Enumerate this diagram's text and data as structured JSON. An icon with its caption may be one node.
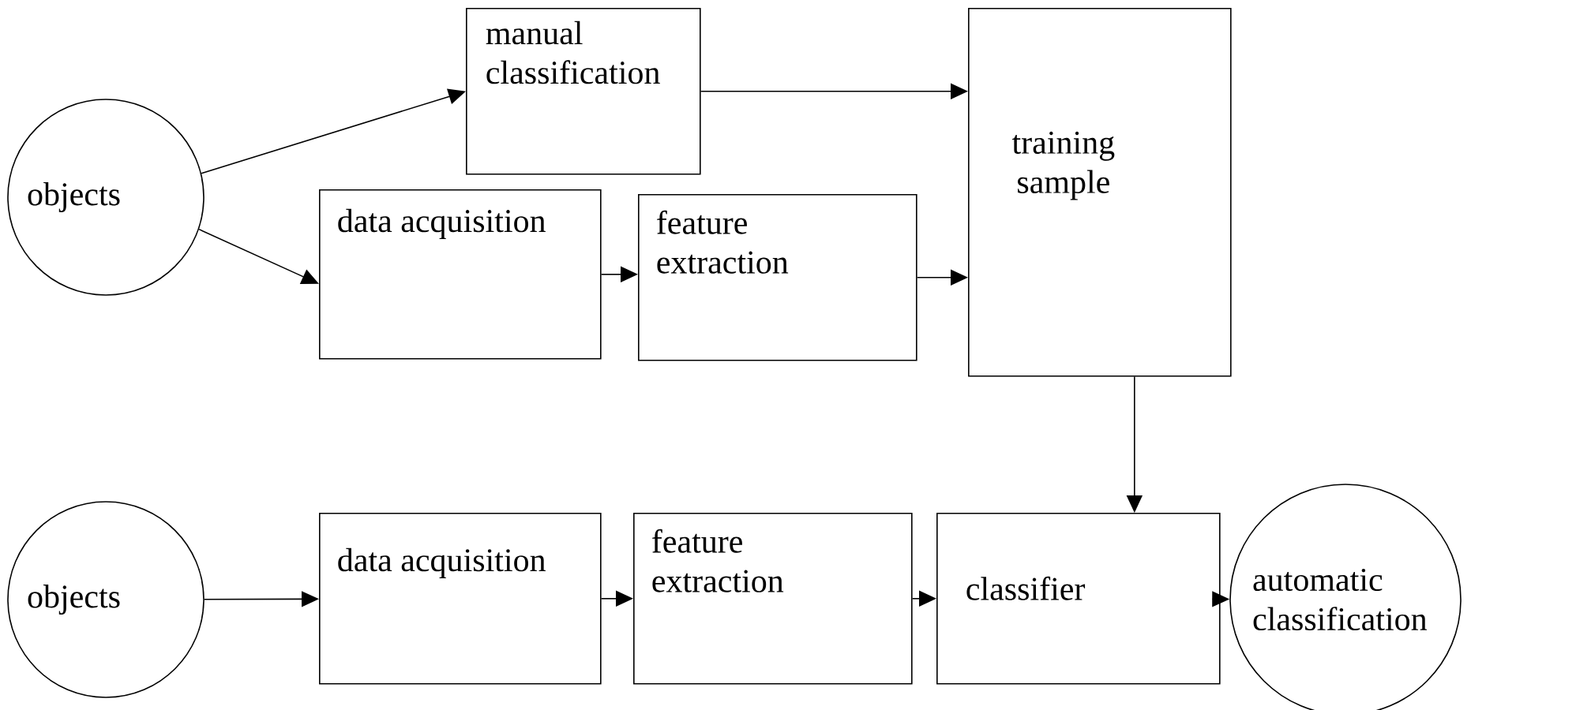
{
  "diagram": {
    "nodes": [
      {
        "text": [
          "objects"
        ]
      },
      {
        "text": [
          "manual classification"
        ]
      },
      {
        "text": [
          "data acquisition"
        ]
      },
      {
        "text": [
          "feature extraction"
        ]
      },
      {
        "text": [
          "training sample"
        ]
      },
      {
        "text": [
          "objects"
        ]
      },
      {
        "text": [
          "data acquisition"
        ]
      },
      {
        "text": [
          "feature extraction"
        ]
      },
      {
        "text": [
          "classifier"
        ]
      },
      {
        "text": [
          "automatic classification"
        ]
      }
    ],
    "edges": [
      {
        "from": 0,
        "to": 1,
        "arrow": "to"
      },
      {
        "from": 0,
        "to": 2,
        "arrow": "to"
      },
      {
        "from": 1,
        "to": 4,
        "arrow": "to"
      },
      {
        "from": 2,
        "to": 3,
        "arrow": "to"
      },
      {
        "from": 3,
        "to": 4,
        "arrow": "to"
      },
      {
        "from": 4,
        "to": 8,
        "arrow": "to"
      },
      {
        "from": 5,
        "to": 6,
        "arrow": "to"
      },
      {
        "from": 6,
        "to": 7,
        "arrow": "to"
      },
      {
        "from": 7,
        "to": 8,
        "arrow": "to"
      },
      {
        "from": 8,
        "to": 9,
        "arrow": "to"
      }
    ]
  }
}
